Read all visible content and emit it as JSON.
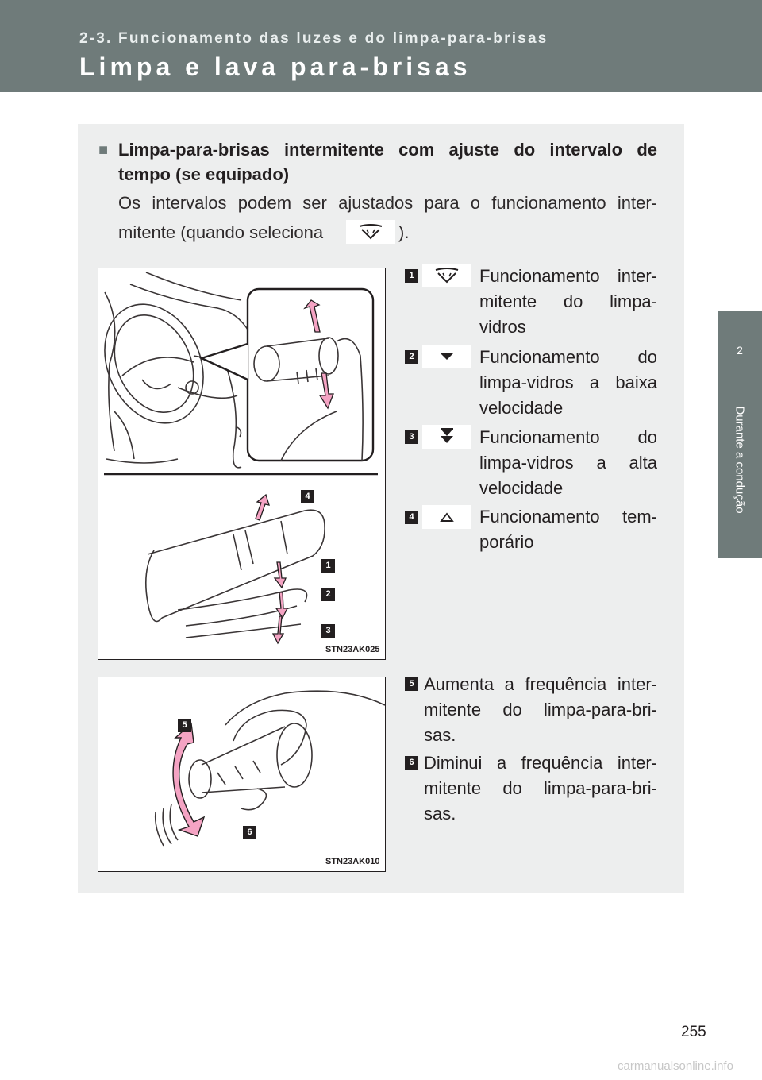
{
  "header": {
    "subtitle": "2-3. Funcionamento das luzes e do limpa-para-brisas",
    "title": "Limpa e lava para-brisas"
  },
  "side_tab": {
    "number": "2",
    "label": "Durante a condução"
  },
  "section": {
    "bullet": "■",
    "heading_line1": "Limpa-para-brisas intermitente com ajuste do intervalo de",
    "heading_line2": "tempo (se equipado)",
    "body_line1": "Os intervalos podem ser ajustados para o funcionamento inter-",
    "body_line2_before": "mitente (quando seleciona",
    "body_line2_after": ").",
    "inline_icon": "intermittent-wiper-icon"
  },
  "figure1": {
    "code": "STN23AK025",
    "callouts": [
      "4",
      "1",
      "2",
      "3"
    ]
  },
  "figure2": {
    "code": "STN23AK010",
    "callouts": [
      "5",
      "6"
    ]
  },
  "legend1": [
    {
      "num": "1",
      "icon": "intermittent-wiper-icon",
      "lines": [
        "Funcionamento inter-",
        "mitente do limpa-",
        "vidros"
      ]
    },
    {
      "num": "2",
      "icon": "low-speed-icon",
      "lines": [
        "Funcionamento do",
        "limpa-vidros a baixa",
        "velocidade"
      ]
    },
    {
      "num": "3",
      "icon": "high-speed-icon",
      "lines": [
        "Funcionamento do",
        "limpa-vidros a alta",
        "velocidade"
      ]
    },
    {
      "num": "4",
      "icon": "mist-icon",
      "lines": [
        "Funcionamento tem-",
        "porário"
      ]
    }
  ],
  "legend2": [
    {
      "num": "5",
      "lines": [
        "Aumenta a frequência inter-",
        "mitente do limpa-para-bri-",
        "sas."
      ]
    },
    {
      "num": "6",
      "lines": [
        "Diminui a frequência inter-",
        "mitente do limpa-para-bri-",
        "sas."
      ]
    }
  ],
  "page_number": "255",
  "watermark": "carmanualsonline.info"
}
